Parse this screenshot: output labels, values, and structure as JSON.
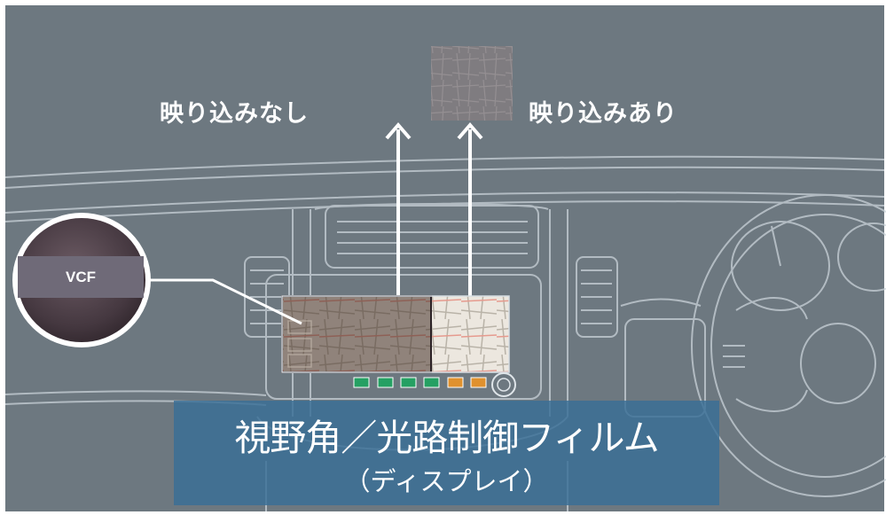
{
  "labels": {
    "no_reflection": "映り込みなし",
    "reflection": "映り込みあり"
  },
  "badge": {
    "text": "VCF"
  },
  "title": {
    "main": "視野角／光路制御フィルム",
    "sub": "（ディスプレイ）"
  },
  "colors": {
    "background": "#6d7880",
    "line": "#c9d2d8",
    "title_box": "#386e96",
    "badge_fill": "#6f6a78",
    "button_green": "#25a063",
    "button_orange": "#e0912e"
  }
}
